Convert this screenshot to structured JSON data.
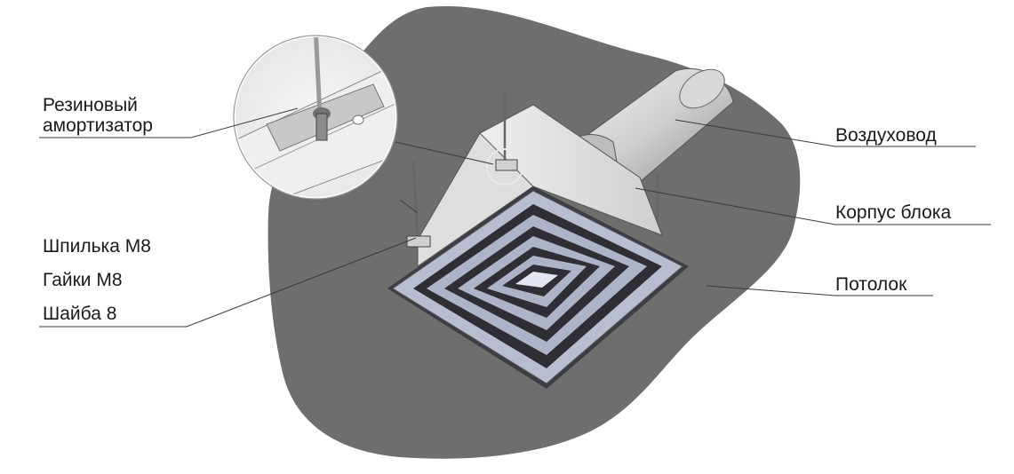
{
  "labels": {
    "rubber_damper_line1": "Резиновый",
    "rubber_damper_line2": "амортизатор",
    "stud": "Шпилька М8",
    "nuts": "Гайки М8",
    "washer": "Шайба 8",
    "air_duct": "Воздуховод",
    "unit_housing": "Корпус блока",
    "ceiling": "Потолок"
  },
  "colors": {
    "ceiling": "#6f6f6f",
    "housing": "#e6e6e6",
    "duct": "#c9c9c9",
    "grille_frame": "#a9b0c3",
    "leader": "#3a3a3a"
  }
}
